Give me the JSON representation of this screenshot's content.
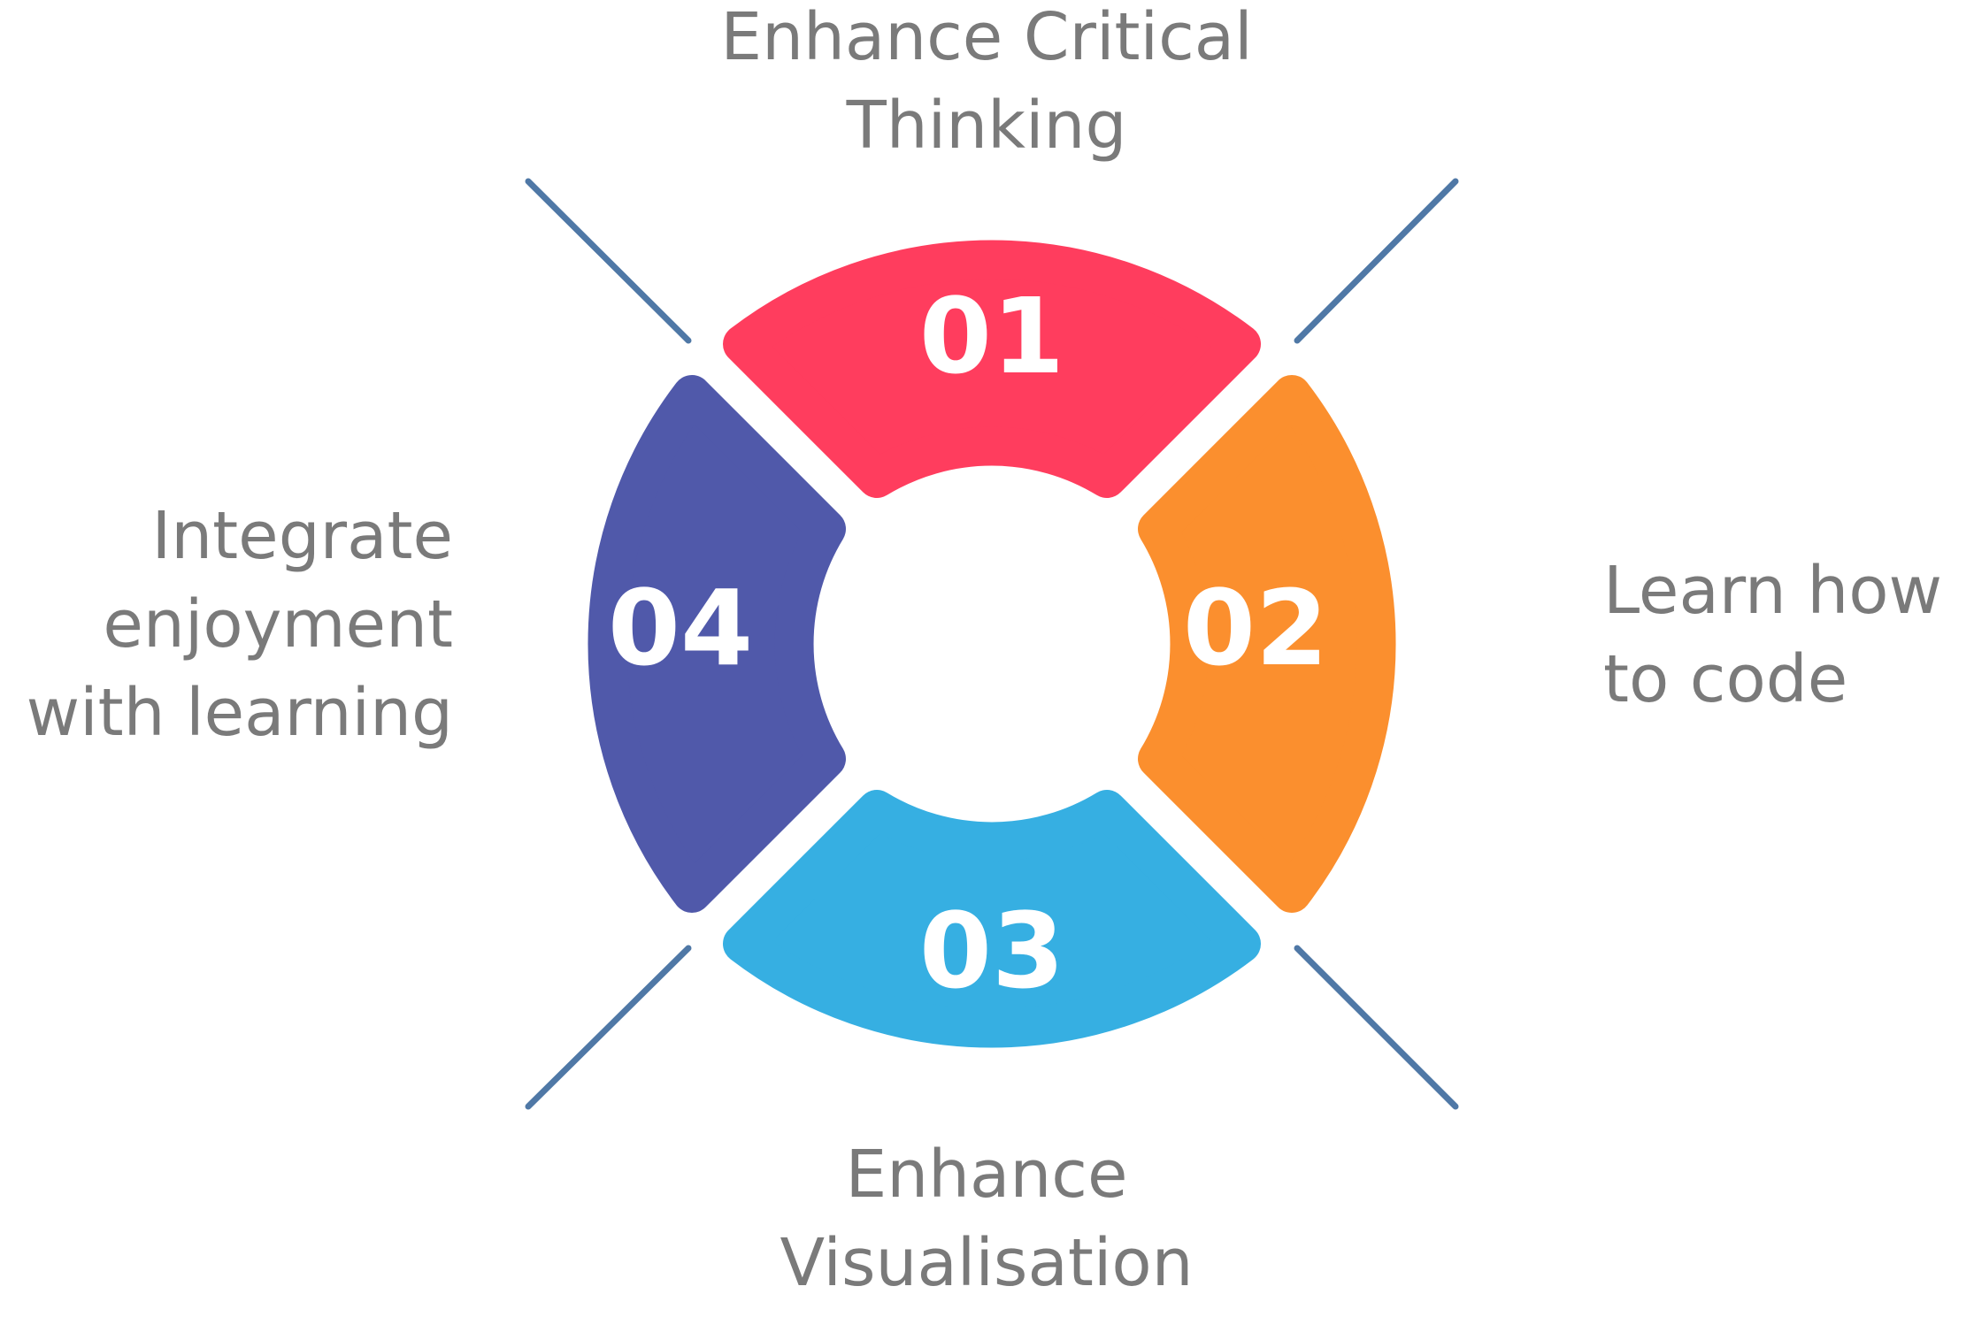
{
  "segments": [
    {
      "number": "01",
      "label_lines": [
        "Enhance Critical",
        "Thinking"
      ],
      "color": "#FF3D5E"
    },
    {
      "number": "02",
      "label_lines": [
        "Learn how",
        "to code"
      ],
      "color": "#FB8F2E"
    },
    {
      "number": "03",
      "label_lines": [
        "Enhance",
        "Visualisation"
      ],
      "color": "#36AFE2"
    },
    {
      "number": "04",
      "label_lines": [
        "Integrate",
        "enjoyment",
        "with learning"
      ],
      "color": "#5059AA"
    }
  ],
  "connector_color": "#4F78A6"
}
